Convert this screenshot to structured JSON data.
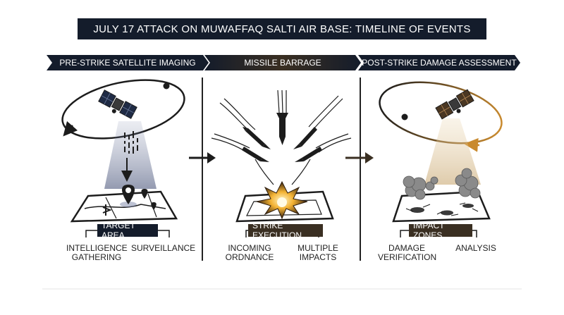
{
  "title": "JULY 17 ATTACK ON MUWAFFAQ SALTI AIR BASE: TIMELINE OF EVENTS",
  "colors": {
    "navy": "#141c2b",
    "amber": "#c98a2e",
    "dark": "#1c1c1c"
  },
  "stages": [
    {
      "banner": "PRE-STRIKE SATELLITE IMAGING",
      "label": "TARGET AREA",
      "captions": [
        "INTELLIGENCE GATHERING",
        "SURVEILLANCE"
      ],
      "icons": [
        "satellite-icon",
        "orbit-icon",
        "data-stream-icon",
        "location-pin-icon",
        "map-icon",
        "aircraft-icon"
      ]
    },
    {
      "banner": "MISSILE BARRAGE",
      "label": "STRIKE EXECUTION",
      "captions": [
        "INCOMING ORDNANCE",
        "MULTIPLE IMPACTS"
      ],
      "icons": [
        "missile-icon",
        "explosion-icon",
        "map-icon"
      ]
    },
    {
      "banner": "POST-STRIKE DAMAGE ASSESSMENT",
      "label": "IMPACT ZONES",
      "captions": [
        "DAMAGE VERIFICATION",
        "ANALYSIS"
      ],
      "icons": [
        "satellite-icon",
        "orbit-icon",
        "smoke-icon",
        "crater-icon",
        "map-icon"
      ]
    }
  ]
}
